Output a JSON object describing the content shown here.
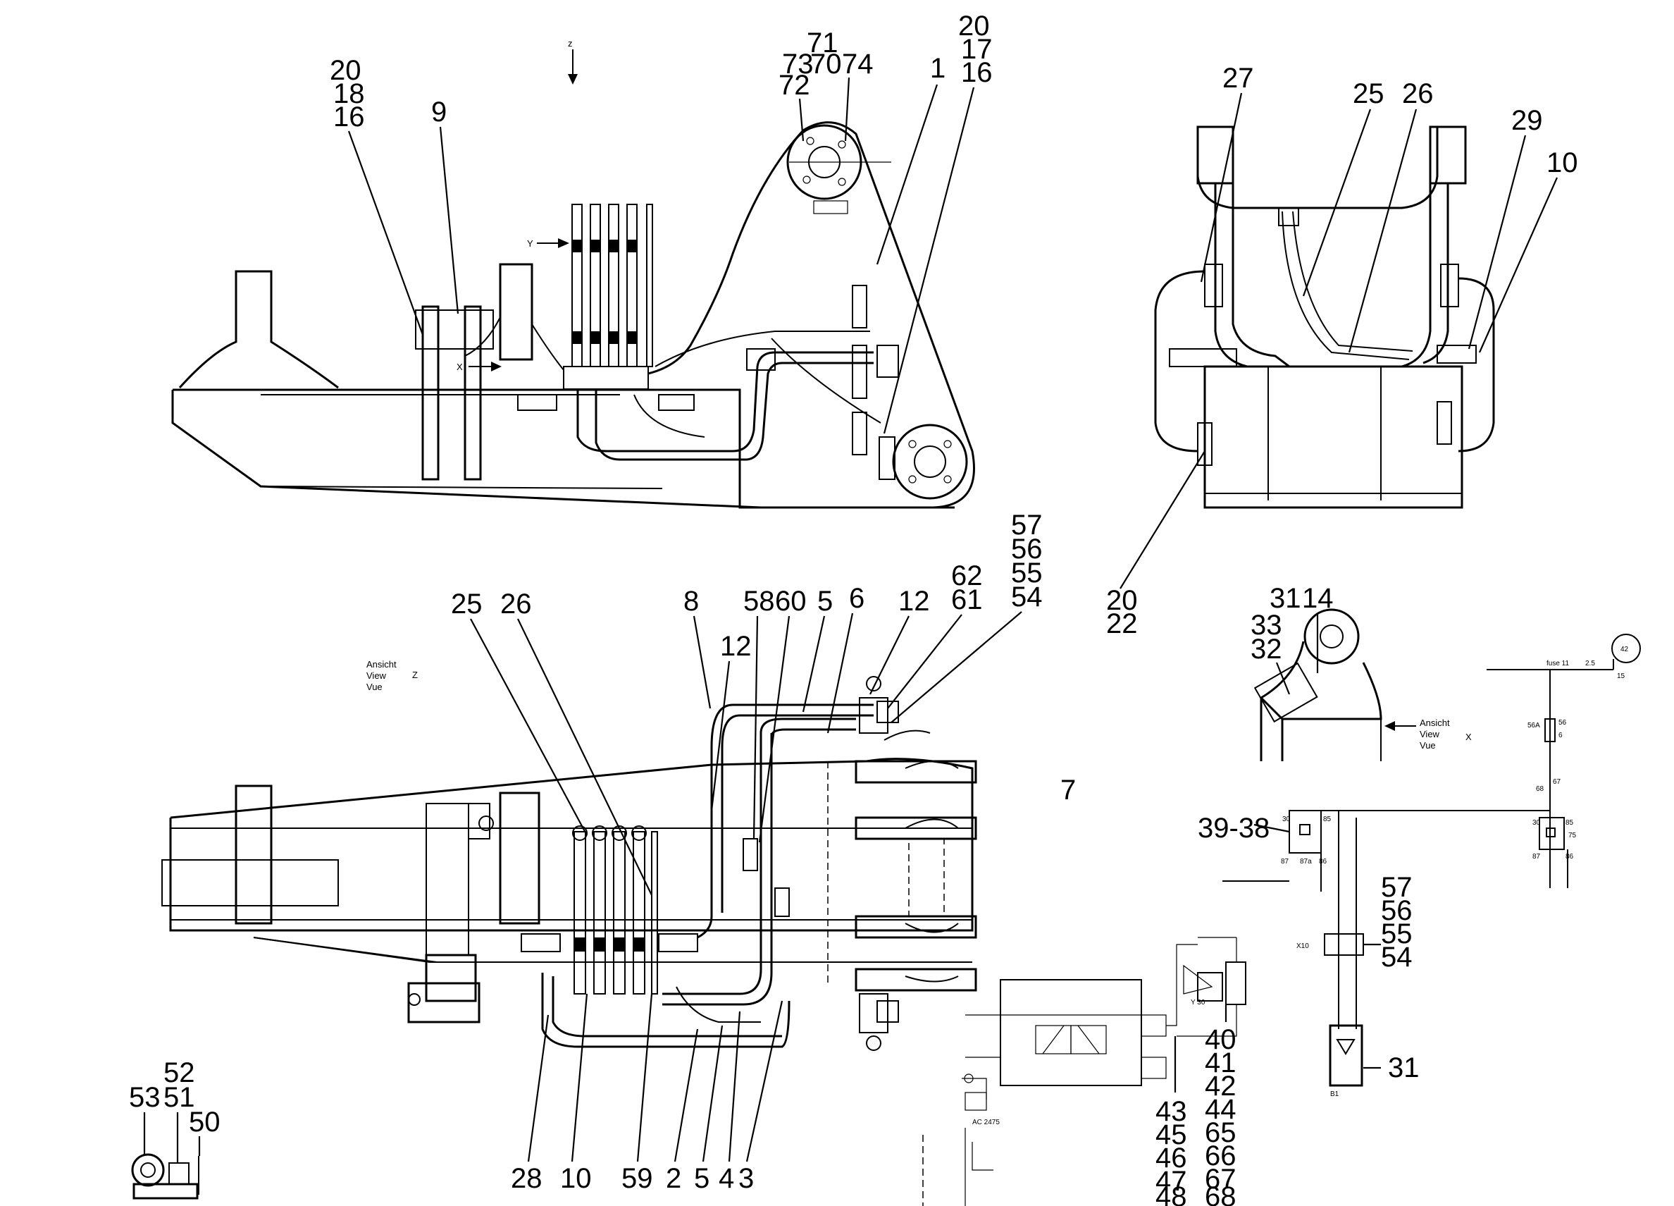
{
  "drawing": {
    "side_view": {
      "callouts": {
        "c20_18_16": [
          "20",
          "18",
          "16"
        ],
        "c9": "9",
        "c71": "71",
        "c73_70_74": [
          "73",
          "70",
          "74"
        ],
        "c72": "72",
        "c1": "1",
        "c20_17_16": [
          "20",
          "17",
          "16"
        ],
        "arrow_z": "z",
        "arrow_y": "Y",
        "arrow_x": "X"
      }
    },
    "end_view": {
      "callouts": {
        "c27": "27",
        "c25": "25",
        "c26": "26",
        "c29": "29",
        "c10": "10",
        "c20_22": [
          "20",
          "22"
        ]
      }
    },
    "view_x": {
      "callouts": {
        "c31": "31",
        "c14": "14",
        "c33": "33",
        "c32": "32"
      },
      "caption": [
        "Ansicht",
        "View",
        "Vue"
      ],
      "caption_letter": "X"
    },
    "plan_view": {
      "caption": [
        "Ansicht",
        "View",
        "Vue"
      ],
      "caption_letter": "Z",
      "callouts_top": [
        "25",
        "26",
        "8",
        "12",
        "58",
        "60",
        "5",
        "6",
        "12"
      ],
      "c62_61": [
        "62",
        "61"
      ],
      "c57_54": [
        "57",
        "56",
        "55",
        "54"
      ],
      "c7": "7",
      "callouts_bottom": [
        "28",
        "10",
        "59",
        "2",
        "5",
        "4",
        "3"
      ]
    },
    "pump_detail": {
      "callouts": [
        "53",
        "52",
        "51",
        "50"
      ]
    },
    "hydraulic": {
      "col_a": [
        "43",
        "45",
        "46",
        "47",
        "48"
      ],
      "col_b": [
        "40",
        "41",
        "42",
        "44",
        "65",
        "66",
        "67",
        "68"
      ],
      "valve_label": "Y 30",
      "ac_label": "AC 2475"
    },
    "electrical": {
      "c39_38": "39-38",
      "c57_54": [
        "57",
        "56",
        "55",
        "54"
      ],
      "c31": "31",
      "gauge_label": "42",
      "fuse_label": "15",
      "relay_a_pins": [
        "30",
        "85",
        "87",
        "87a",
        "86"
      ],
      "relay_b_pins": [
        "30",
        "85",
        "87",
        "75",
        "86"
      ],
      "fuse_top": "fuse 11",
      "fuse_val": "2.5",
      "conn_label": "X10",
      "b1_label": "B1",
      "label_56a": "56A",
      "label_56": "56",
      "label_6": "6",
      "label_67": "67",
      "label_68": "68"
    }
  }
}
